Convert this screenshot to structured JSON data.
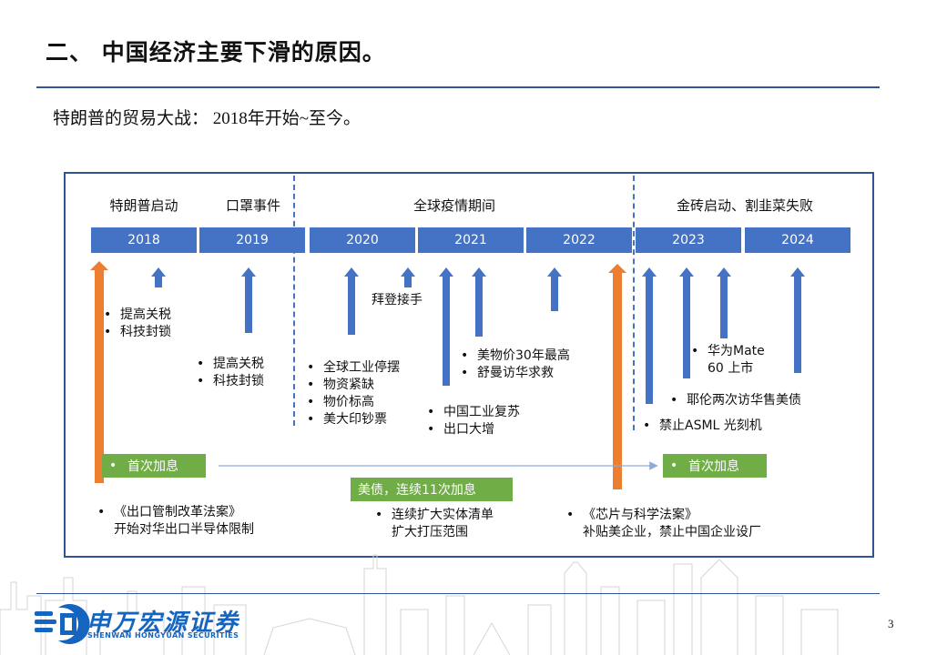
{
  "title": "二、 中国经济主要下滑的原因。",
  "subtitle": {
    "prefix": "特朗普的贸易大战：",
    "range": " 2018年开始~至今。"
  },
  "diagram": {
    "phases": [
      "特朗普启动",
      "口罩事件",
      "全球疫情期间",
      "金砖启动、割韭菜失败"
    ],
    "years": [
      "2018",
      "2019",
      "2020",
      "2021",
      "2022",
      "2023",
      "2024"
    ],
    "notes": {
      "n2018": [
        "提高关税",
        "科技封锁"
      ],
      "n2019": [
        "提高关税",
        "科技封锁"
      ],
      "biden": "拜登接手",
      "n2020": [
        "全球工业停摆",
        "物资紧缺",
        "物价标高",
        "美大印钞票"
      ],
      "n2021a": [
        "美物价30年最高",
        "舒曼访华求救"
      ],
      "n2021b": [
        "中国工业复苏",
        "出口大增"
      ],
      "huawei": [
        "华为Mate",
        "60 上市"
      ],
      "yellen": "耶伦两次访华售美债",
      "asml": "禁止ASML 光刻机"
    },
    "green": {
      "first_hike_a": "首次加息",
      "hikes11": "美债，连续11次加息",
      "first_hike_b": "首次加息"
    },
    "bottom": {
      "b1": [
        "《出口管制改革法案》",
        "开始对华出口半导体限制"
      ],
      "b2": [
        "连续扩大实体清单",
        "扩大打压范围"
      ],
      "b3": [
        "《芯片与科学法案》",
        "补贴美企业，禁止中国企业设厂"
      ]
    },
    "bullet": "•"
  },
  "footer": {
    "logo_cn": "申万宏源证券",
    "logo_en": "SHENWAN HONGYUAN SECURITIES",
    "page_number": "3"
  },
  "colors": {
    "blue": "#4472c4",
    "orange": "#ed7d31",
    "green": "#70ad47",
    "rule": "#2f5597",
    "logo": "#1565c0"
  }
}
